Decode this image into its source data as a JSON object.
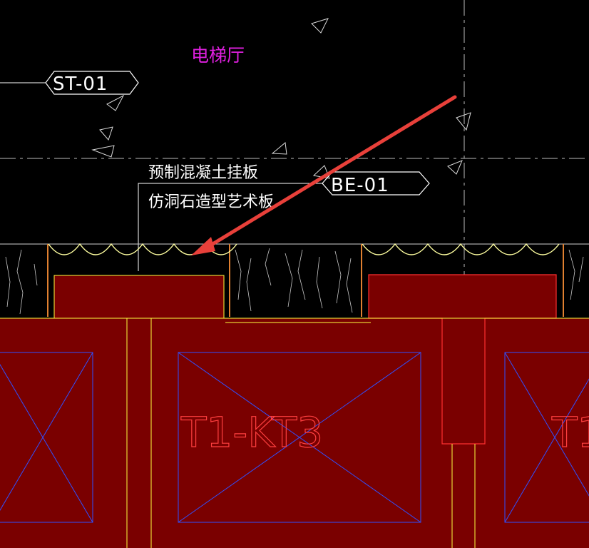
{
  "room_label": "电梯厅",
  "tags": {
    "stone_tag": "ST-01",
    "panel_tag": "BE-01"
  },
  "callout": {
    "line1": "预制混凝土挂板",
    "line2": "仿洞石造型艺术板"
  },
  "equipment_label": "T1-KT3",
  "equipment_label_partial": "T1-",
  "colors": {
    "background": "#000000",
    "wall_fill": "#7a0000",
    "wall_outline": "#ffff40",
    "cross_lines": "#3050ff",
    "room_text": "#e020e0",
    "arrow": "#e8403a",
    "center_lines": "#c8c8c8"
  }
}
